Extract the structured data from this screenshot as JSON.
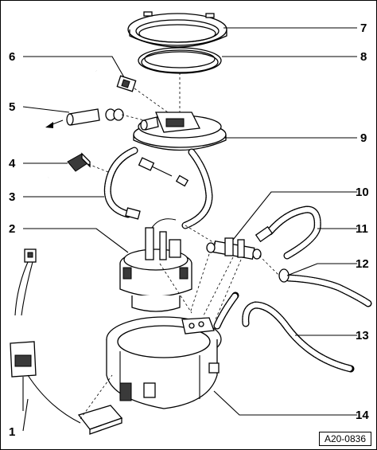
{
  "diagram": {
    "callouts": [
      {
        "id": "7",
        "label": "7"
      },
      {
        "id": "6",
        "label": "6"
      },
      {
        "id": "8",
        "label": "8"
      },
      {
        "id": "5",
        "label": "5"
      },
      {
        "id": "9",
        "label": "9"
      },
      {
        "id": "4",
        "label": "4"
      },
      {
        "id": "3",
        "label": "3"
      },
      {
        "id": "10",
        "label": "10"
      },
      {
        "id": "2",
        "label": "2"
      },
      {
        "id": "11",
        "label": "11"
      },
      {
        "id": "12",
        "label": "12"
      },
      {
        "id": "13",
        "label": "13"
      },
      {
        "id": "1",
        "label": "1"
      },
      {
        "id": "14",
        "label": "14"
      }
    ],
    "reference_code": "A20-0836"
  }
}
